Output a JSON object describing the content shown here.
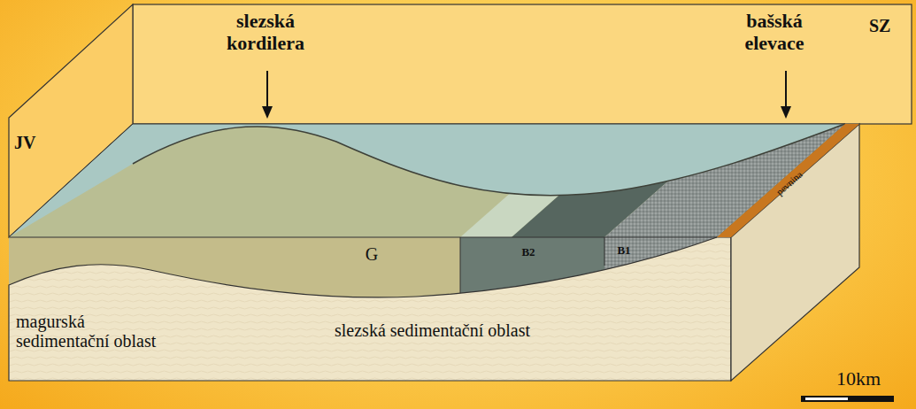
{
  "diagram": {
    "labels": [
      "slezská kordilera",
      "bašská elevace",
      "JV",
      "SZ",
      "G",
      "B2",
      "B1",
      "pevnina",
      "magurská sedimentační oblast",
      "slezská sedimentační oblast",
      "10km"
    ]
  }
}
